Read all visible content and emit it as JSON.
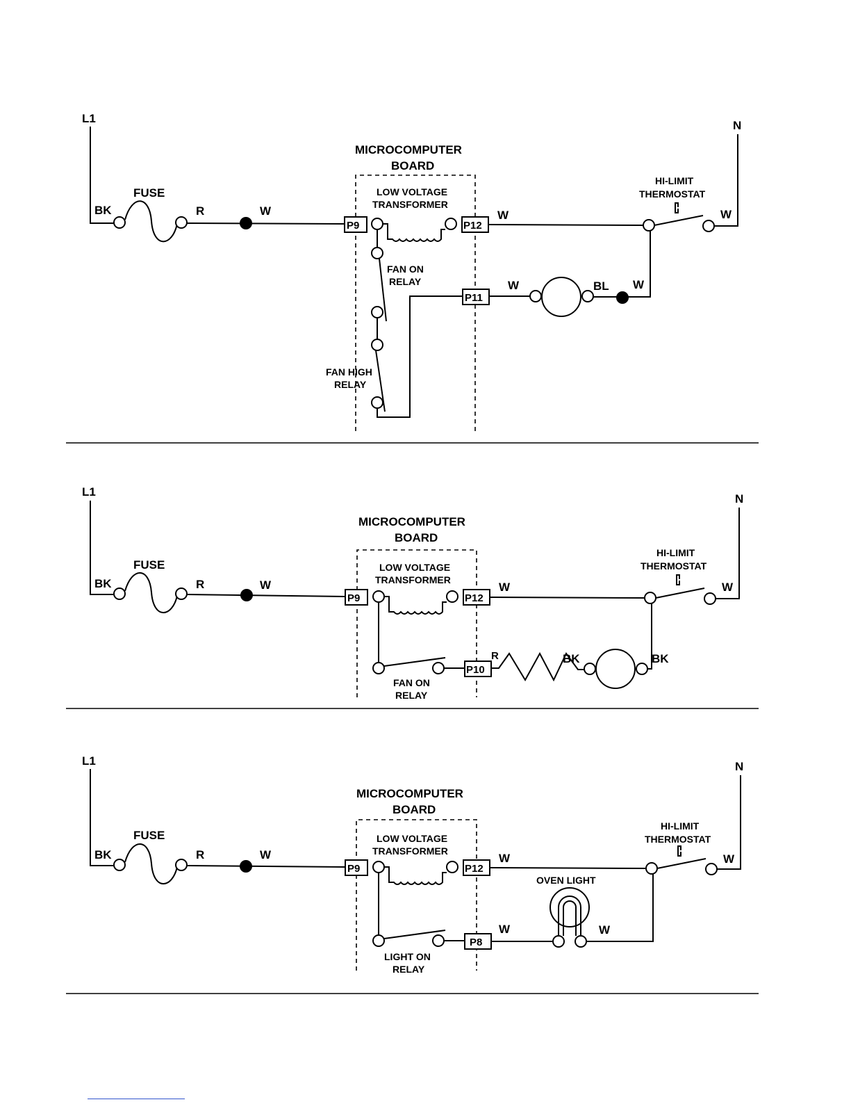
{
  "panels": [
    {
      "l1": "L1",
      "n": "N",
      "board_line1": "MICROCOMPUTER",
      "board_line2": "BOARD",
      "fuse": "FUSE",
      "bk": "BK",
      "r": "R",
      "w1": "W",
      "p9": "P9",
      "p12": "P12",
      "transformer_line1": "LOW VOLTAGE",
      "transformer_line2": "TRANSFORMER",
      "w_p12": "W",
      "thermostat_line1": "HI-LIMIT",
      "thermostat_line2": "THERMOSTAT",
      "w_n": "W",
      "relay1_line1": "FAN ON",
      "relay1_line2": "RELAY",
      "relay2_line1": "FAN HIGH",
      "relay2_line2": "RELAY",
      "p11": "P11",
      "w_p11": "W",
      "bl": "BL",
      "w_ret": "W"
    },
    {
      "l1": "L1",
      "n": "N",
      "board_line1": "MICROCOMPUTER",
      "board_line2": "BOARD",
      "fuse": "FUSE",
      "bk": "BK",
      "r": "R",
      "w1": "W",
      "p9": "P9",
      "p12": "P12",
      "transformer_line1": "LOW VOLTAGE",
      "transformer_line2": "TRANSFORMER",
      "w_p12": "W",
      "thermostat_line1": "HI-LIMIT",
      "thermostat_line2": "THERMOSTAT",
      "w_n": "W",
      "relay_line1": "FAN ON",
      "relay_line2": "RELAY",
      "p10": "P10",
      "r_p10": "R",
      "bk_res": "BK",
      "bk_ret": "BK"
    },
    {
      "l1": "L1",
      "n": "N",
      "board_line1": "MICROCOMPUTER",
      "board_line2": "BOARD",
      "fuse": "FUSE",
      "bk": "BK",
      "r": "R",
      "w1": "W",
      "p9": "P9",
      "p12": "P12",
      "transformer_line1": "LOW VOLTAGE",
      "transformer_line2": "TRANSFORMER",
      "w_p12": "W",
      "thermostat_line1": "HI-LIMIT",
      "thermostat_line2": "THERMOSTAT",
      "w_n": "W",
      "relay_line1": "LIGHT ON",
      "relay_line2": "RELAY",
      "p8": "P8",
      "w_p8": "W",
      "oven_light": "OVEN LIGHT",
      "w_ret": "W"
    }
  ]
}
